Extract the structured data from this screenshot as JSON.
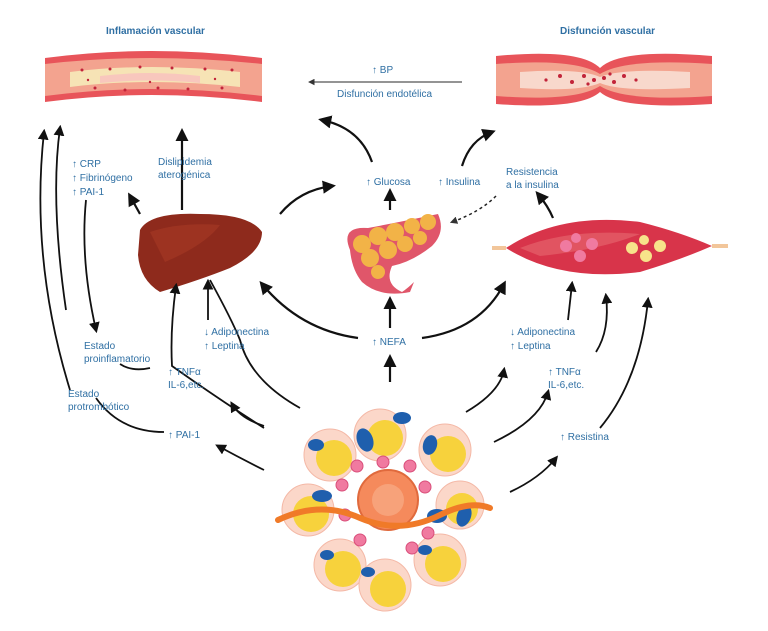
{
  "titles": {
    "left": "Inflamación vascular",
    "right": "Disfunción vascular"
  },
  "top_link": {
    "bp": "↑ BP",
    "endo": "Disfunción endotélica"
  },
  "liver_left": {
    "crp": "↑ CRP",
    "fib": "↑ Fibrinógeno",
    "pai": "↑ PAI-1"
  },
  "dyslipidemia": {
    "line1": "Dislipidemia",
    "line2": "aterogénica"
  },
  "pancreas": {
    "glucosa": "↑ Glucosa",
    "insulina": "↑ Insulina",
    "nefa": "↑ NEFA"
  },
  "resistance": {
    "line1": "Resistencia",
    "line2": "a la insulina"
  },
  "left_adipo": {
    "adiponectina": "↓ Adiponectina",
    "leptina": "↑ Leptina",
    "tnf": "↑ TNFα",
    "il6": "IL-6,etc.",
    "pai": "↑ PAI-1"
  },
  "right_adipo": {
    "adiponectina": "↓ Adiponectina",
    "leptina": "↑ Leptina",
    "tnf": "↑ TNFα",
    "il6": "IL-6,etc.",
    "resistina": "↑ Resistina"
  },
  "states": {
    "proinf1": "Estado",
    "proinf2": "proinflamatorio",
    "protro1": "Estado",
    "protro2": "protrombótico"
  },
  "colors": {
    "text": "#2f6fa3",
    "vessel": "#e8545a",
    "liver": "#8e2a1c",
    "pancreas": "#f2b347",
    "muscle": "#d8344a",
    "adipocyte": "#fbd7c9",
    "fat": "#f7d23c"
  }
}
